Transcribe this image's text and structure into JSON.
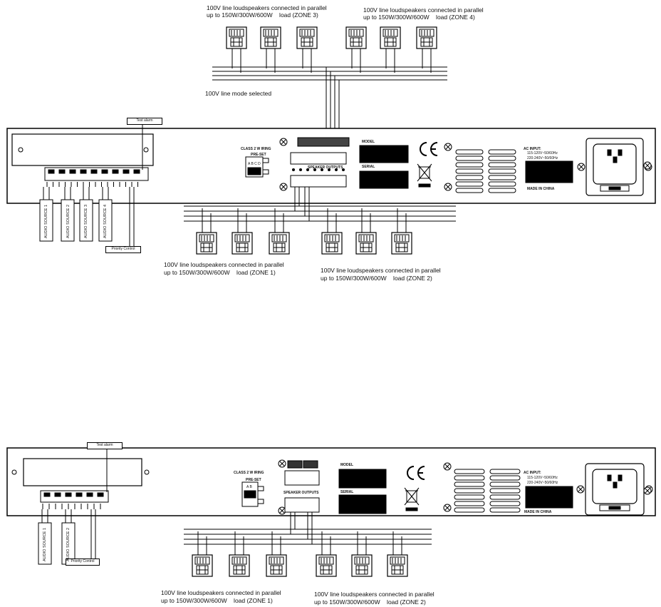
{
  "diagram1": {
    "zone3": {
      "line1": "100V line loudspeakers connected in parallel",
      "line2": "up to 150W/300W/600W    load (ZONE 3)"
    },
    "zone4": {
      "line1": "100V line loudspeakers connected in parallel",
      "line2": "up to 150W/300W/600W    load (ZONE 4)"
    },
    "mode_note": "100V line mode selected",
    "zone1": {
      "line1": "100V line loudspeakers connected in parallel",
      "line2": "up to 150W/300W/600W    load (ZONE 1)"
    },
    "zone2": {
      "line1": "100V line loudspeakers connected in parallel",
      "line2": "up to 150W/300W/600W    load (ZONE 2)"
    },
    "test_alarm": "Test alarm",
    "priority_control": "Priority Control",
    "class2": "CLASS 2 W IRING",
    "preset": "PRE-SET",
    "preset_letters": "A B C D",
    "speaker_outputs": "SPEAKER OUTPUTS",
    "model": "MODEL",
    "serial": "SERIAL",
    "ac_input": "AC INPUT:",
    "ac_l1": "115-120V~50/60Hz",
    "ac_l2": "220-240V~50/60Hz",
    "made_in": "MADE IN CHINA",
    "sources": [
      "AUDIO SOURCE 1",
      "AUDIO SOURCE 2",
      "AUDIO SOURCE 3",
      "AUDIO SOURCE 4"
    ]
  },
  "diagram2": {
    "zone1": {
      "line1": "100V line loudspeakers connected in parallel",
      "line2": "up to 150W/300W/600W    load (ZONE 1)"
    },
    "zone2": {
      "line1": "100V line loudspeakers connected in parallel",
      "line2": "up to 150W/300W/600W    load (ZONE 2)"
    },
    "test_alarm": "Test alarm",
    "priority_control": "Priority Control",
    "class2": "CLASS 2 W IRING",
    "preset": "PRE-SET",
    "preset_letters": "A B",
    "speaker_outputs": "SPEAKER OUTPUTS",
    "model": "MODEL",
    "serial": "SERIAL",
    "ac_input": "AC INPUT:",
    "ac_l1": "115-120V~50/60Hz",
    "ac_l2": "220-240V~50/60Hz",
    "made_in": "MADE IN CHINA",
    "sources": [
      "AUDIO SOURCE 1",
      "AUDIO SOURCE 2"
    ]
  }
}
